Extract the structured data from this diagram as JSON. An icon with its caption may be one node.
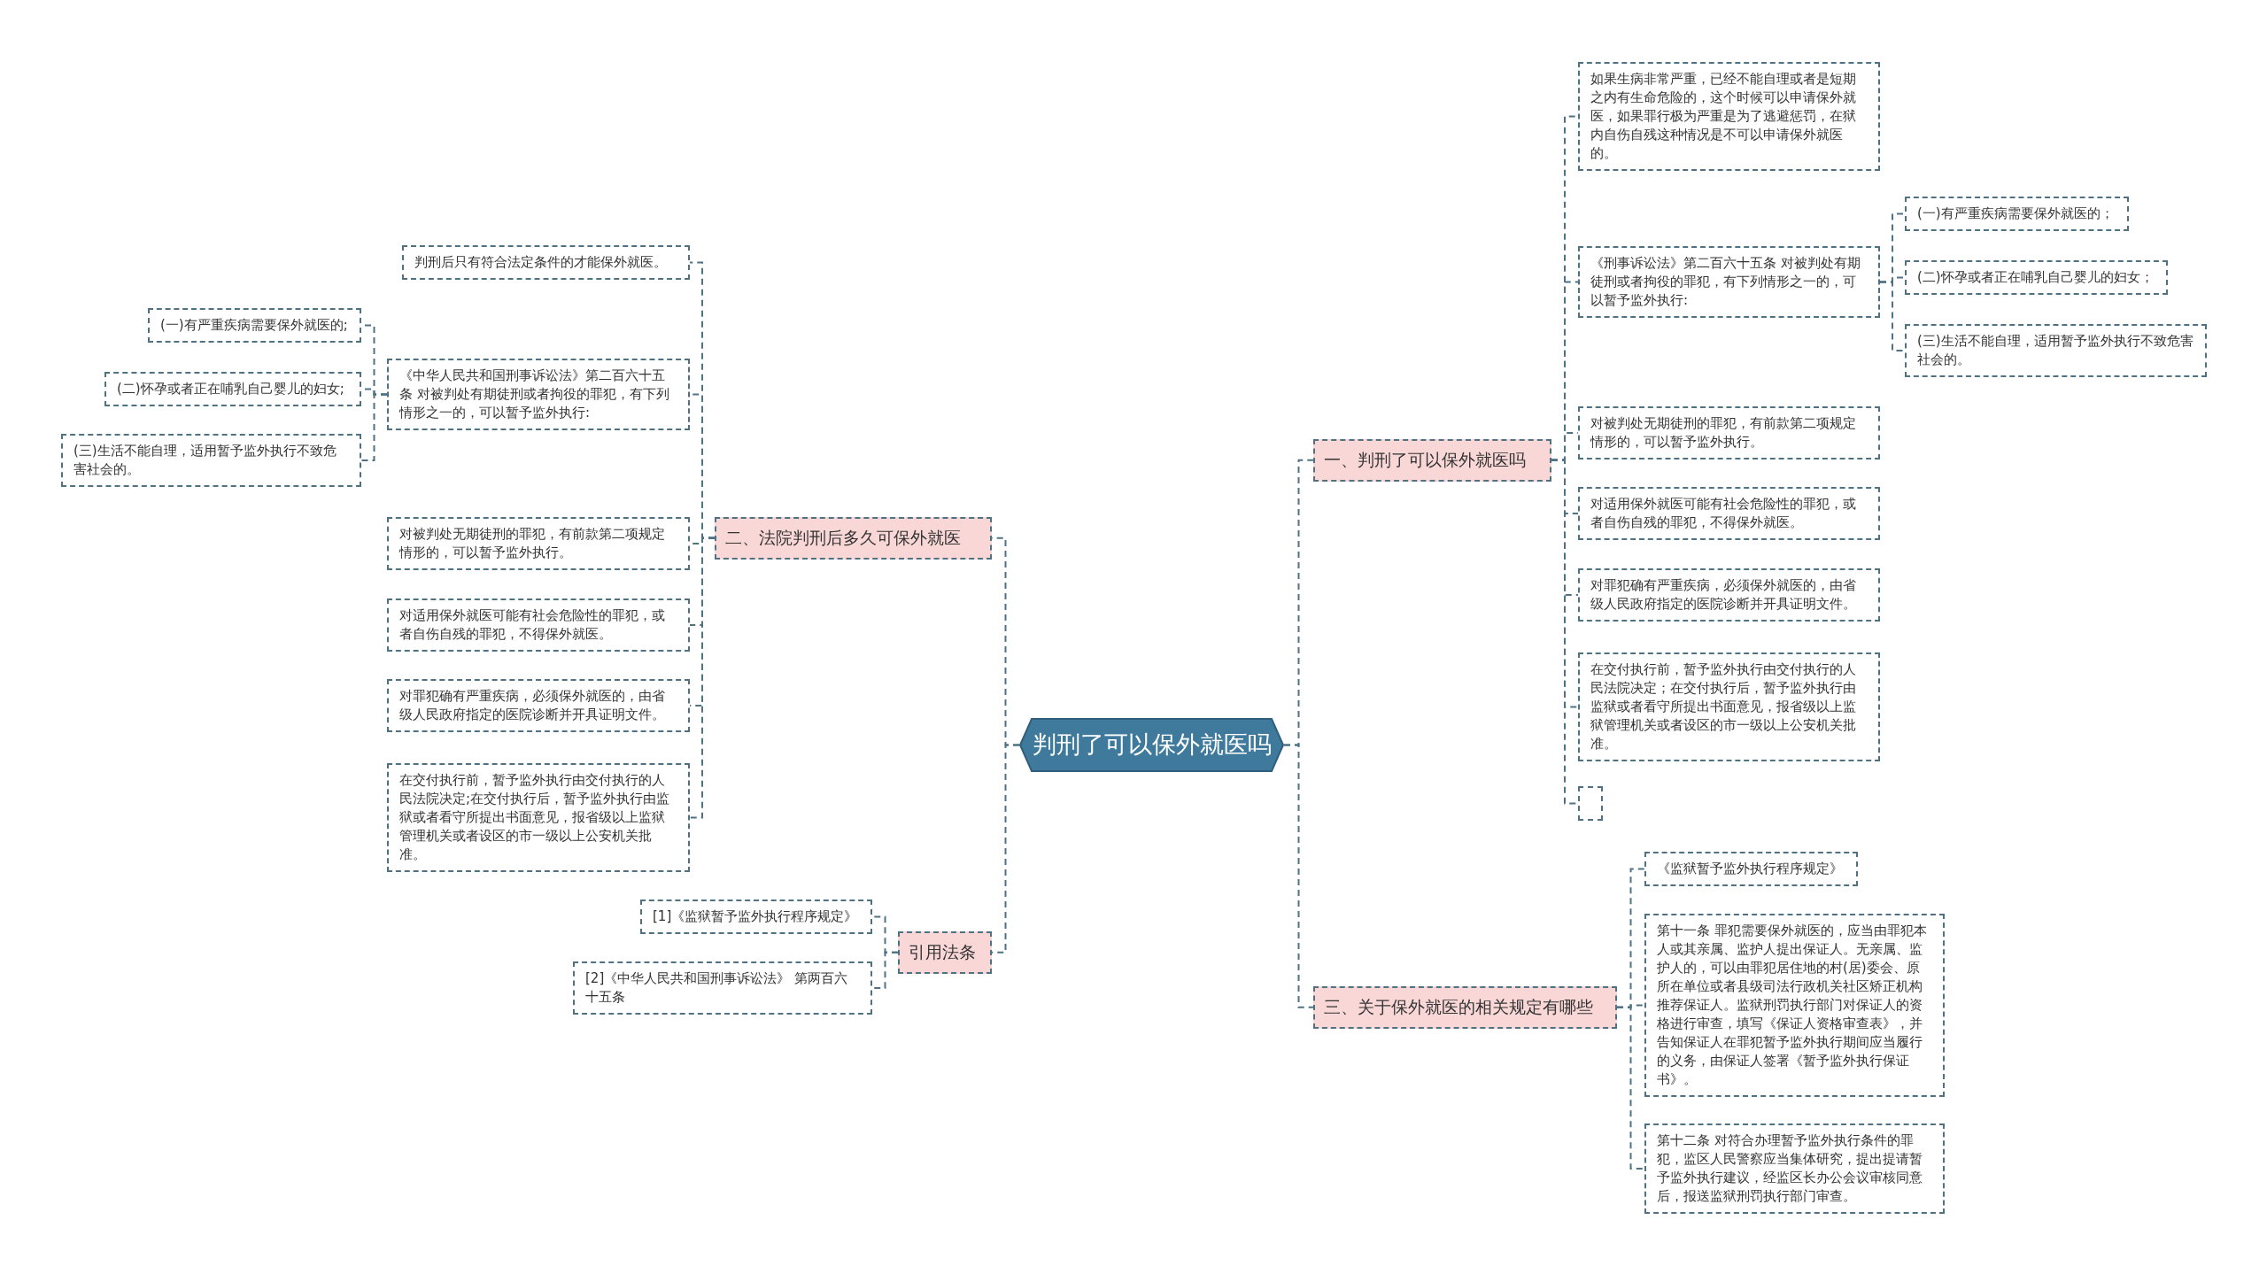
{
  "diagram": {
    "nodes": [
      {
        "text": [
          "判刑了可以保外就医吗"
        ]
      },
      {
        "text": [
          "二、法院判刑后多久可保外就医"
        ]
      },
      {
        "text": [
          "判刑后只有符合法定条件的才能保外就医。"
        ]
      },
      {
        "text": [
          "《中华人民共和国刑事诉讼法》第二百六十五条 对被判处有期徒刑或者拘役的罪犯，有下列情形之一的，可以暂予监外执行:"
        ]
      },
      {
        "text": [
          "(一)有严重疾病需要保外就医的;"
        ]
      },
      {
        "text": [
          "(二)怀孕或者正在哺乳自己婴儿的妇女;"
        ]
      },
      {
        "text": [
          "(三)生活不能自理，适用暂予监外执行不致危害社会的。"
        ]
      },
      {
        "text": [
          "对被判处无期徒刑的罪犯，有前款第二项规定情形的，可以暂予监外执行。"
        ]
      },
      {
        "text": [
          "对适用保外就医可能有社会危险性的罪犯，或者自伤自残的罪犯，不得保外就医。"
        ]
      },
      {
        "text": [
          "对罪犯确有严重疾病，必须保外就医的，由省级人民政府指定的医院诊断并开具证明文件。"
        ]
      },
      {
        "text": [
          "在交付执行前，暂予监外执行由交付执行的人民法院决定;在交付执行后，暂予监外执行由监狱或者看守所提出书面意见，报省级以上监狱管理机关或者设区的市一级以上公安机关批准。"
        ]
      },
      {
        "text": [
          "引用法条"
        ]
      },
      {
        "text": [
          "[1]《监狱暂予监外执行程序规定》"
        ]
      },
      {
        "text": [
          "[2]《中华人民共和国刑事诉讼法》 第两百六十五条"
        ]
      },
      {
        "text": [
          "一、判刑了可以保外就医吗"
        ]
      },
      {
        "text": [
          "如果生病非常严重，已经不能自理或者是短期之内有生命危险的，这个时候可以申请保外就医，如果罪行极为严重是为了逃避惩罚，在狱内自伤自残这种情况是不可以申请保外就医的。"
        ]
      },
      {
        "text": [
          "《刑事诉讼法》第二百六十五条 对被判处有期徒刑或者拘役的罪犯，有下列情形之一的，可以暂予监外执行:"
        ]
      },
      {
        "text": [
          "(一)有严重疾病需要保外就医的；"
        ]
      },
      {
        "text": [
          "(二)怀孕或者正在哺乳自己婴儿的妇女；"
        ]
      },
      {
        "text": [
          "(三)生活不能自理，适用暂予监外执行不致危害社会的。"
        ]
      },
      {
        "text": [
          "对被判处无期徒刑的罪犯，有前款第二项规定情形的，可以暂予监外执行。"
        ]
      },
      {
        "text": [
          "对适用保外就医可能有社会危险性的罪犯，或者自伤自残的罪犯，不得保外就医。"
        ]
      },
      {
        "text": [
          "对罪犯确有严重疾病，必须保外就医的，由省级人民政府指定的医院诊断并开具证明文件。"
        ]
      },
      {
        "text": [
          "在交付执行前，暂予监外执行由交付执行的人民法院决定；在交付执行后，暂予监外执行由监狱或者看守所提出书面意见，报省级以上监狱管理机关或者设区的市一级以上公安机关批准。"
        ]
      },
      {
        "text": [],
        "shape": "box"
      },
      {
        "text": [
          "三、关于保外就医的相关规定有哪些"
        ]
      },
      {
        "text": [
          "《监狱暂予监外执行程序规定》"
        ]
      },
      {
        "text": [
          "第十一条 罪犯需要保外就医的，应当由罪犯本人或其亲属、监护人提出保证人。无亲属、监护人的，可以由罪犯居住地的村(居)委会、原所在单位或者县级司法行政机关社区矫正机构推荐保证人。监狱刑罚执行部门对保证人的资格进行审查，填写《保证人资格审查表》，并告知保证人在罪犯暂予监外执行期间应当履行的义务，由保证人签署《暂予监外执行保证书》。"
        ]
      },
      {
        "text": [
          "第十二条 对符合办理暂予监外执行条件的罪犯，监区人民警察应当集体研究，提出提请暂予监外执行建议，经监区长办公会议审核同意后，报送监狱刑罚执行部门审查。"
        ]
      }
    ],
    "edges": [
      {
        "from": 0,
        "to": 1,
        "arrow": "none",
        "style": "dashed"
      },
      {
        "from": 1,
        "to": 2,
        "arrow": "none",
        "style": "dashed"
      },
      {
        "from": 1,
        "to": 3,
        "arrow": "none",
        "style": "dashed"
      },
      {
        "from": 3,
        "to": 4,
        "arrow": "none",
        "style": "dashed"
      },
      {
        "from": 3,
        "to": 5,
        "arrow": "none",
        "style": "dashed"
      },
      {
        "from": 3,
        "to": 6,
        "arrow": "none",
        "style": "dashed"
      },
      {
        "from": 1,
        "to": 7,
        "arrow": "none",
        "style": "dashed"
      },
      {
        "from": 1,
        "to": 8,
        "arrow": "none",
        "style": "dashed"
      },
      {
        "from": 1,
        "to": 9,
        "arrow": "none",
        "style": "dashed"
      },
      {
        "from": 1,
        "to": 10,
        "arrow": "none",
        "style": "dashed"
      },
      {
        "from": 0,
        "to": 11,
        "arrow": "none",
        "style": "dashed"
      },
      {
        "from": 11,
        "to": 12,
        "arrow": "none",
        "style": "dashed"
      },
      {
        "from": 11,
        "to": 13,
        "arrow": "none",
        "style": "dashed"
      },
      {
        "from": 0,
        "to": 14,
        "arrow": "none",
        "style": "dashed"
      },
      {
        "from": 14,
        "to": 15,
        "arrow": "none",
        "style": "dashed"
      },
      {
        "from": 14,
        "to": 16,
        "arrow": "none",
        "style": "dashed"
      },
      {
        "from": 16,
        "to": 17,
        "arrow": "none",
        "style": "dashed"
      },
      {
        "from": 16,
        "to": 18,
        "arrow": "none",
        "style": "dashed"
      },
      {
        "from": 16,
        "to": 19,
        "arrow": "none",
        "style": "dashed"
      },
      {
        "from": 14,
        "to": 20,
        "arrow": "none",
        "style": "dashed"
      },
      {
        "from": 14,
        "to": 21,
        "arrow": "none",
        "style": "dashed"
      },
      {
        "from": 14,
        "to": 22,
        "arrow": "none",
        "style": "dashed"
      },
      {
        "from": 14,
        "to": 23,
        "arrow": "none",
        "style": "dashed"
      },
      {
        "from": 14,
        "to": 24,
        "arrow": "none",
        "style": "dashed"
      },
      {
        "from": 0,
        "to": 25,
        "arrow": "none",
        "style": "dashed"
      },
      {
        "from": 25,
        "to": 26,
        "arrow": "none",
        "style": "dashed"
      },
      {
        "from": 25,
        "to": 27,
        "arrow": "none",
        "style": "dashed"
      },
      {
        "from": 25,
        "to": 28,
        "arrow": "none",
        "style": "dashed"
      }
    ]
  }
}
